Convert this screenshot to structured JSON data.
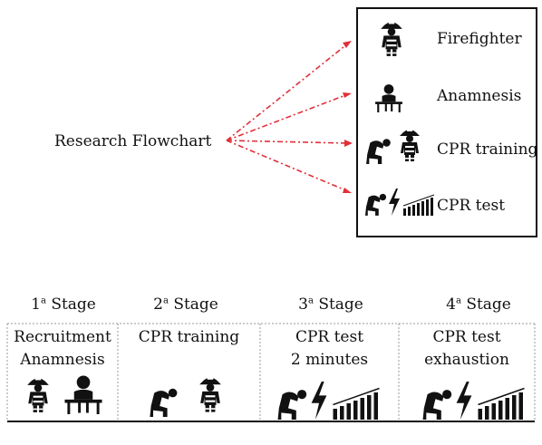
{
  "flowchart": {
    "title": "Research Flowchart",
    "arrow_color": "#e0303a",
    "legend": [
      {
        "label": "Firefighter",
        "icon": "firefighter-icon"
      },
      {
        "label": "Anamnesis",
        "icon": "desk-person-icon"
      },
      {
        "label": "CPR training",
        "icon": "cpr-firefighter-icon"
      },
      {
        "label": "CPR test",
        "icon": "cpr-bolt-gauge-icon"
      }
    ]
  },
  "stages": [
    {
      "num": "1",
      "sup": "a",
      "label": "Stage",
      "line1": "Recruitment",
      "line2": "Anamnesis"
    },
    {
      "num": "2",
      "sup": "a",
      "label": "Stage",
      "line1": "CPR training",
      "line2": ""
    },
    {
      "num": "3",
      "sup": "a",
      "label": "Stage",
      "line1": "CPR test",
      "line2": "2 minutes"
    },
    {
      "num": "4",
      "sup": "a",
      "label": "Stage",
      "line1": "CPR test",
      "line2": "exhaustion"
    }
  ]
}
